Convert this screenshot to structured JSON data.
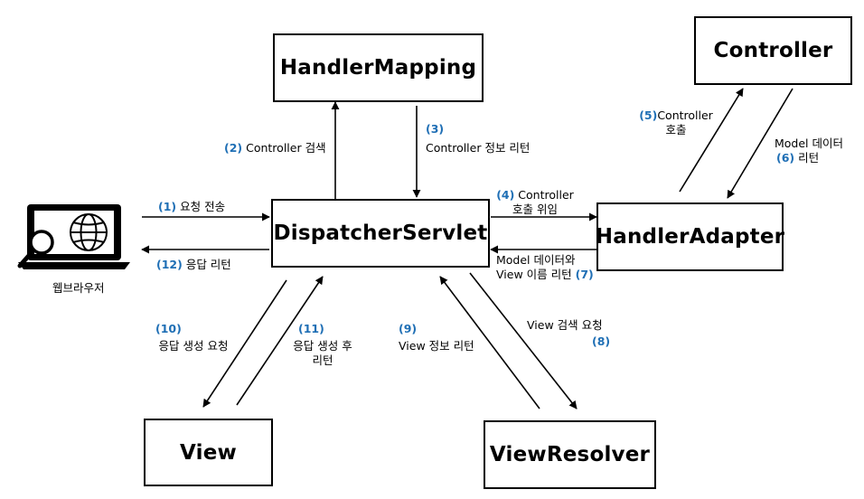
{
  "nodes": {
    "handler_mapping": "HandlerMapping",
    "controller": "Controller",
    "dispatcher_servlet": "DispatcherServlet",
    "handler_adapter": "HandlerAdapter",
    "view": "View",
    "view_resolver": "ViewResolver",
    "web_browser": "웹브라우저"
  },
  "steps": {
    "s1": {
      "num": "(1)",
      "text": "요청 전송"
    },
    "s2": {
      "num": "(2)",
      "text": "Controller 검색"
    },
    "s3": {
      "num": "(3)",
      "text": "Controller 정보 리턴"
    },
    "s4": {
      "num": "(4)",
      "line1": "Controller",
      "line2": "호출 위임"
    },
    "s5": {
      "num": "(5)",
      "line1": "Controller",
      "line2": "호출"
    },
    "s6": {
      "num": "(6)",
      "line1": "Model 데이터",
      "line2": "리턴"
    },
    "s7": {
      "num": "(7)",
      "line1": "Model 데이터와",
      "line2": "View 이름 리턴"
    },
    "s8": {
      "num": "(8)",
      "text": "View 검색 요청"
    },
    "s9": {
      "num": "(9)",
      "text": "View 정보 리턴"
    },
    "s10": {
      "num": "(10)",
      "text": "응답 생성 요청"
    },
    "s11": {
      "num": "(11)",
      "line1": "응답 생성 후",
      "line2": "리턴"
    },
    "s12": {
      "num": "(12)",
      "text": "응답 리턴"
    }
  },
  "colors": {
    "step_number": "#1f6fb5",
    "line": "#000000"
  },
  "icons": {
    "browser": "laptop-globe-magnifier-icon"
  }
}
